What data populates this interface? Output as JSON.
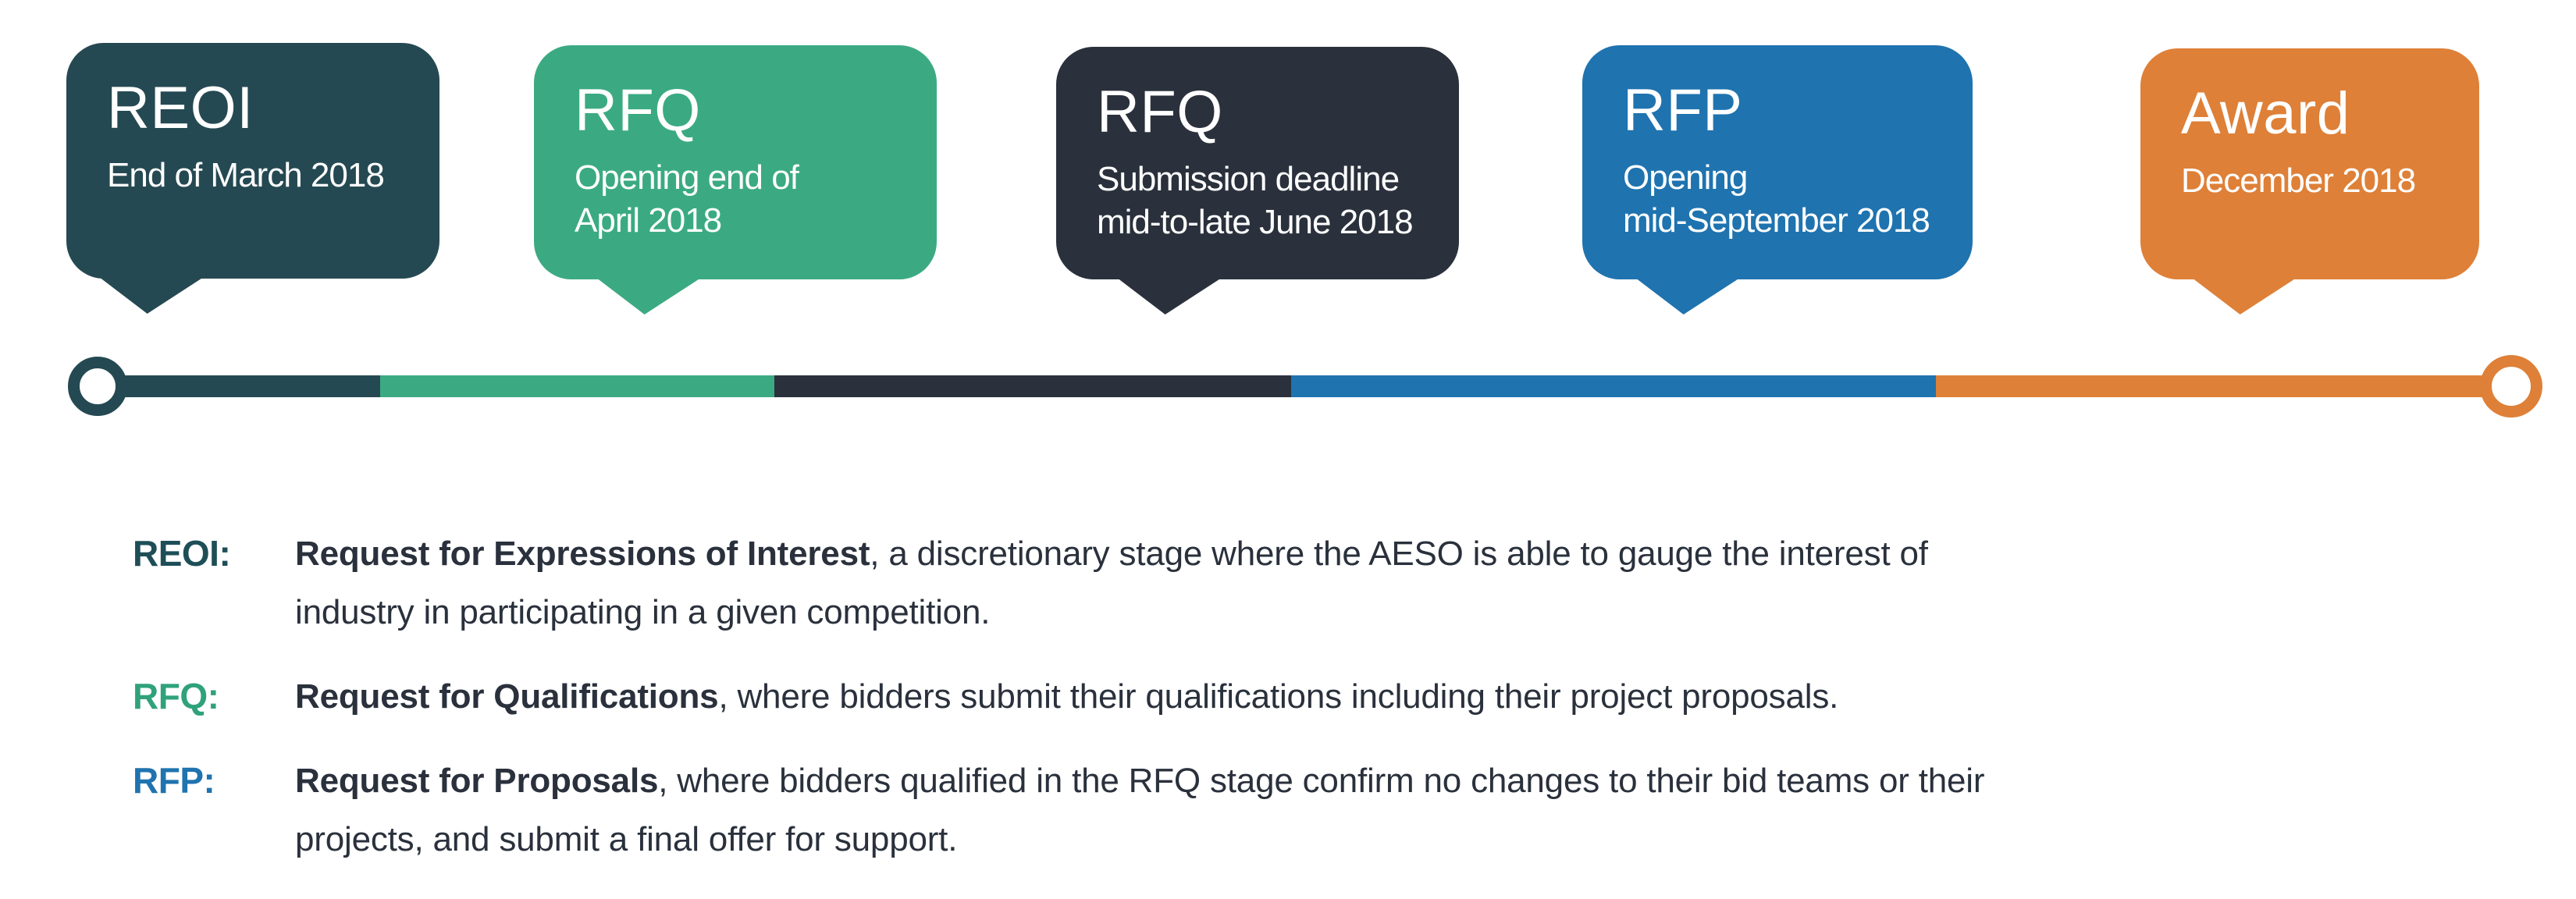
{
  "canvas": {
    "background": "#ffffff"
  },
  "milestones": [
    {
      "title": "REOI",
      "subtitle": "End of March 2018",
      "color": "#254952"
    },
    {
      "title": "RFQ",
      "subtitle": "Opening end of\nApril 2018",
      "color": "#3BAA83"
    },
    {
      "title": "RFQ",
      "subtitle": "Submission deadline\nmid-to-late June 2018",
      "color": "#2A313C"
    },
    {
      "title": "RFP",
      "subtitle": "Opening\nmid-September 2018",
      "color": "#1F73AF"
    },
    {
      "title": "Award",
      "subtitle": "December 2018",
      "color": "#DE8038"
    }
  ],
  "timeline": {
    "start_marker_color": "#254952",
    "end_marker_color": "#DE8038",
    "segments": [
      {
        "color": "#254952"
      },
      {
        "color": "#3BAA83"
      },
      {
        "color": "#2A313C"
      },
      {
        "color": "#1F73AF"
      },
      {
        "color": "#DE8038"
      }
    ]
  },
  "legend": {
    "rows": [
      {
        "term": "REOI:",
        "term_color": "#1E4E57",
        "name": "Request for Expressions of Interest",
        "description": ", a discretionary stage where the AESO is able to gauge the interest of\nindustry in participating in a given competition."
      },
      {
        "term": "RFQ:",
        "term_color": "#2FA27C",
        "name": "Request for Qualifications",
        "description": ", where bidders submit their qualifications including their project proposals."
      },
      {
        "term": "RFP:",
        "term_color": "#1F73AF",
        "name": "Request for Proposals",
        "description": ", where bidders qualified in the RFQ stage confirm no changes to their bid teams or their\nprojects, and submit a final offer for support."
      }
    ]
  }
}
